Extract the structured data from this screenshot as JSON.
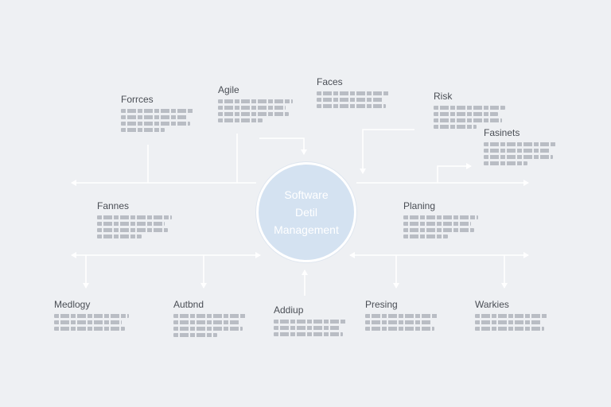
{
  "diagram": {
    "center": {
      "lines": [
        "Software",
        "Detil",
        "Management"
      ]
    },
    "nodes": [
      {
        "key": "forrces",
        "title": "Forrces",
        "lines": [
          "text",
          "text",
          "text",
          "text"
        ]
      },
      {
        "key": "agile",
        "title": "Agile",
        "lines": [
          "text",
          "text",
          "text",
          "text"
        ]
      },
      {
        "key": "faces",
        "title": "Faces",
        "lines": [
          "text",
          "text",
          "text"
        ]
      },
      {
        "key": "risk",
        "title": "Risk",
        "lines": [
          "text",
          "text",
          "text",
          "text"
        ]
      },
      {
        "key": "fasinets",
        "title": "Fasinets",
        "lines": [
          "text",
          "text",
          "text",
          "text"
        ]
      },
      {
        "key": "fannes",
        "title": "Fannes",
        "lines": [
          "text",
          "text",
          "text",
          "text"
        ]
      },
      {
        "key": "planing",
        "title": "Planing",
        "lines": [
          "text",
          "text",
          "text",
          "text"
        ]
      },
      {
        "key": "medlogy",
        "title": "Medlogy",
        "lines": [
          "text",
          "text",
          "text"
        ]
      },
      {
        "key": "autbnd",
        "title": "Autbnd",
        "lines": [
          "text",
          "text",
          "text",
          "text"
        ]
      },
      {
        "key": "addiup",
        "title": "Addiup",
        "lines": [
          "text",
          "text",
          "text"
        ]
      },
      {
        "key": "presing",
        "title": "Presing",
        "lines": [
          "text",
          "text",
          "text"
        ]
      },
      {
        "key": "warkies",
        "title": "Warkies",
        "lines": [
          "text",
          "text",
          "text"
        ]
      }
    ],
    "colors": {
      "background": "#eef0f3",
      "hub_fill": "#d4e2f1",
      "hub_text": "#ffffff",
      "connector": "#ffffff",
      "title_text": "#4a4e55",
      "body_text": "#b9bdc4"
    }
  }
}
